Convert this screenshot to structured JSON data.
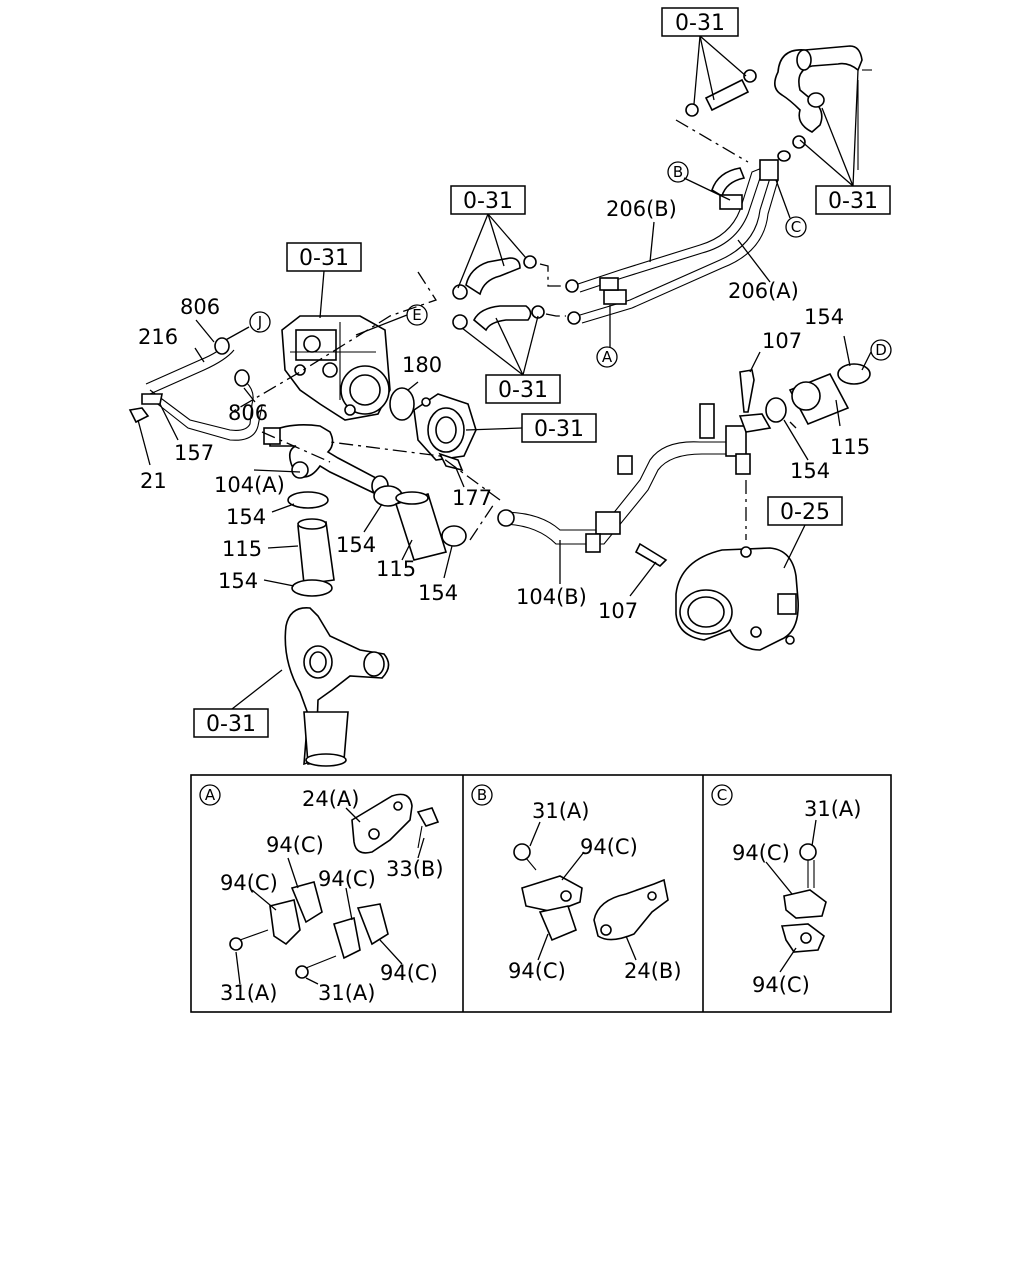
{
  "section_refs": {
    "top_right_upper": "0-31",
    "top_right_lower": "0-31",
    "center_upper": "0-31",
    "left_pump": "0-31",
    "center_lower": "0-31",
    "center_gasket": "0-31",
    "right_housing": "0-25",
    "bottom_outlet": "0-31"
  },
  "circle_refs": {
    "b": "B",
    "c": "C",
    "a": "A",
    "d": "D",
    "e": "E",
    "j": "J"
  },
  "parts": {
    "p206b": "206(B)",
    "p206a": "206(A)",
    "p806_top": "806",
    "p806_bottom": "806",
    "p216": "216",
    "p180": "180",
    "p107_top": "107",
    "p154_right": "154",
    "p157": "157",
    "p21": "21",
    "p104a": "104(A)",
    "p154_r2": "154",
    "p115_r": "115",
    "p177": "177",
    "p154_l1": "154",
    "p154_c1": "154",
    "p115_l": "115",
    "p115_c": "115",
    "p154_l2": "154",
    "p154_c2": "154",
    "p104b": "104(B)",
    "p107_bottom": "107"
  },
  "detail_a": {
    "tag": "A",
    "p24a": "24(A)",
    "p33b": "33(B)",
    "p94c_1": "94(C)",
    "p94c_2": "94(C)",
    "p94c_3": "94(C)",
    "p94c_4": "94(C)",
    "p31a_1": "31(A)",
    "p31a_2": "31(A)"
  },
  "detail_b": {
    "tag": "B",
    "p31a": "31(A)",
    "p94c_1": "94(C)",
    "p94c_2": "94(C)",
    "p24b": "24(B)"
  },
  "detail_c": {
    "tag": "C",
    "p31a": "31(A)",
    "p94c_1": "94(C)",
    "p94c_2": "94(C)"
  }
}
